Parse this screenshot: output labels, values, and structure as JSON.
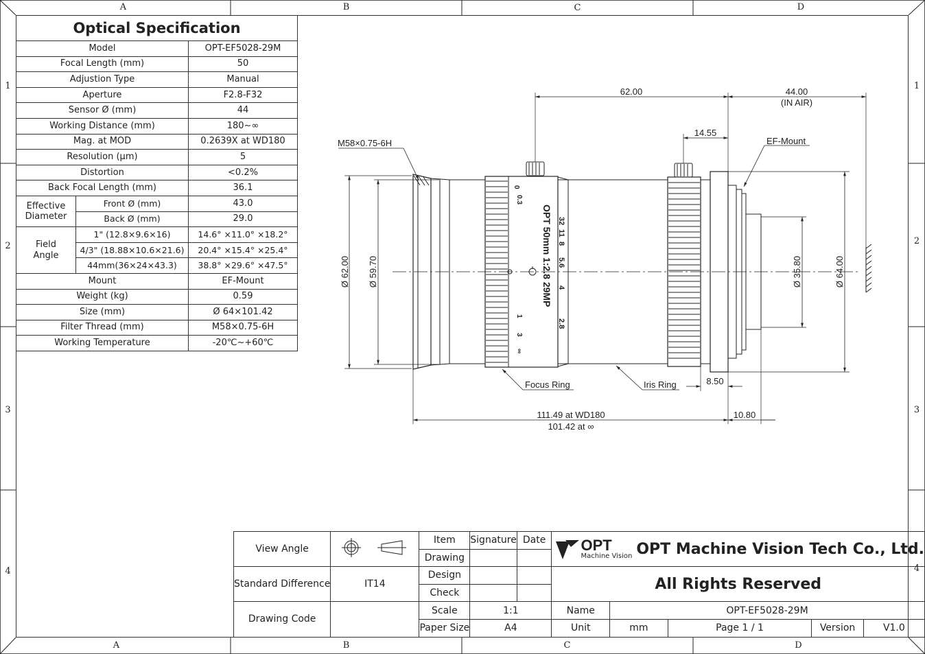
{
  "zones": {
    "cols": [
      "A",
      "B",
      "C",
      "D"
    ],
    "rows": [
      "1",
      "2",
      "3",
      "4"
    ]
  },
  "spec": {
    "title": "Optical Specification",
    "rows": [
      {
        "label": "Model",
        "value": "OPT-EF5028-29M"
      },
      {
        "label": "Focal Length (mm)",
        "value": "50"
      },
      {
        "label": "Adjustion Type",
        "value": "Manual"
      },
      {
        "label": "Aperture",
        "value": "F2.8-F32"
      },
      {
        "label": "Sensor Ø (mm)",
        "value": "44"
      },
      {
        "label": "Working Distance (mm)",
        "value": "180~∞"
      },
      {
        "label": "Mag. at MOD",
        "value": "0.2639X at WD180"
      },
      {
        "label": "Resolution (μm)",
        "value": "5"
      },
      {
        "label": "Distortion",
        "value": "<0.2%"
      },
      {
        "label": "Back Focal Length (mm)",
        "value": "36.1"
      }
    ],
    "effective_diameter": {
      "group": "Effective Diameter",
      "rows": [
        {
          "label": "Front Ø (mm)",
          "value": "43.0"
        },
        {
          "label": "Back Ø (mm)",
          "value": "29.0"
        }
      ]
    },
    "field_angle": {
      "group": "Field Angle",
      "rows": [
        {
          "label": "1\" (12.8×9.6×16)",
          "value": "14.6° ×11.0° ×18.2°"
        },
        {
          "label": "4/3\" (18.88×10.6×21.6)",
          "value": "20.4° ×15.4° ×25.4°"
        },
        {
          "label": "44mm(36×24×43.3)",
          "value": "38.8° ×29.6° ×47.5°"
        }
      ]
    },
    "rows2": [
      {
        "label": "Mount",
        "value": "EF-Mount"
      },
      {
        "label": "Weight (kg)",
        "value": "0.59"
      },
      {
        "label": "Size (mm)",
        "value": "Ø 64×101.42"
      },
      {
        "label": "Filter Thread (mm)",
        "value": "M58×0.75-6H"
      },
      {
        "label": "Working Temperature",
        "value": "-20℃~+60℃"
      }
    ]
  },
  "drawing": {
    "dims": {
      "d62": "62.00",
      "d44": "44.00",
      "in_air": "(IN AIR)",
      "d1455": "14.55",
      "thread": "M58×0.75-6H",
      "ef_mount": "EF-Mount",
      "dia62": "Ø 62.00",
      "dia5970": "Ø 59.70",
      "dia3580": "Ø 35.80",
      "dia64": "Ø 64.00",
      "focus_ring": "Focus Ring",
      "iris_ring": "Iris Ring",
      "d850": "8.50",
      "d11149": "111.49 at WD180",
      "d10142": "101.42  at ∞",
      "d1080": "10.80"
    },
    "lens_text": {
      "model": "OPT 50mm 1:2.8 29MP",
      "apertures": [
        "32",
        "11",
        "8",
        "5.6",
        "4",
        "2.8"
      ],
      "focus_marks": [
        "0",
        "0.3",
        "1",
        "3",
        "∞"
      ]
    }
  },
  "title_block": {
    "view_angle": "View Angle",
    "standard_difference": "Standard Difference",
    "std_value": "IT14",
    "drawing_code": "Drawing Code",
    "item": "Item",
    "signature": "Signature",
    "date": "Date",
    "drawing": "Drawing",
    "design": "Design",
    "check": "Check",
    "scale": "Scale",
    "scale_value": "1:1",
    "paper_size": "Paper Size",
    "paper_value": "A4",
    "logo_text": "OPT",
    "logo_sub": "Machine Vision",
    "company": "OPT Machine Vision Tech Co., Ltd.",
    "rights": "All Rights Reserved",
    "name": "Name",
    "name_value": "OPT-EF5028-29M",
    "unit": "Unit",
    "unit_value": "mm",
    "page": "Page  1 / 1",
    "version": "Version",
    "version_value": "V1.0"
  }
}
